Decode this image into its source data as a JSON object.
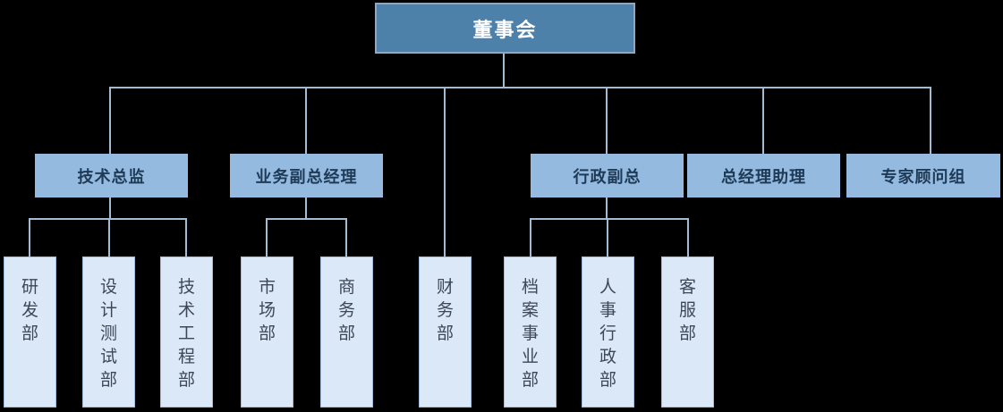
{
  "colors": {
    "background": "#000000",
    "root_fill": "#4E81A9",
    "root_border": "#87AACB",
    "root_text": "#FFFFFF",
    "manager_fill": "#94BADF",
    "manager_text": "#1F3A56",
    "department_fill": "#DAE8F7",
    "department_border": "#9FBCDC",
    "department_text": "#3E4757",
    "connector_line": "#A3BCD6"
  },
  "org": {
    "root": {
      "label": "董事会"
    },
    "managers": [
      {
        "label": "技术总监"
      },
      {
        "label": "业务副总经理"
      },
      {
        "label": "行政副总"
      },
      {
        "label": "总经理助理"
      },
      {
        "label": "专家顾问组"
      }
    ],
    "departments": [
      {
        "label": "研发部",
        "parent": "技术总监"
      },
      {
        "label": "设计测试部",
        "parent": "技术总监"
      },
      {
        "label": "技术工程部",
        "parent": "技术总监"
      },
      {
        "label": "市场部",
        "parent": "业务副总经理"
      },
      {
        "label": "商务部",
        "parent": "业务副总经理"
      },
      {
        "label": "财务部",
        "parent": "董事会"
      },
      {
        "label": "档案事业部",
        "parent": "行政副总"
      },
      {
        "label": "人事行政部",
        "parent": "行政副总"
      },
      {
        "label": "客服部",
        "parent": "行政副总"
      }
    ]
  }
}
